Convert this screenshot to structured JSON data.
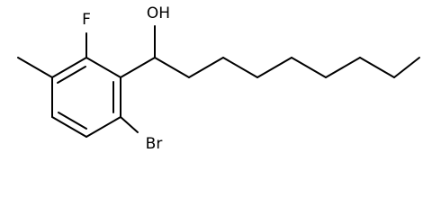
{
  "molecule": {
    "atoms": {
      "fluorine": "F",
      "hydroxyl": "OH",
      "bromine": "Br"
    }
  }
}
